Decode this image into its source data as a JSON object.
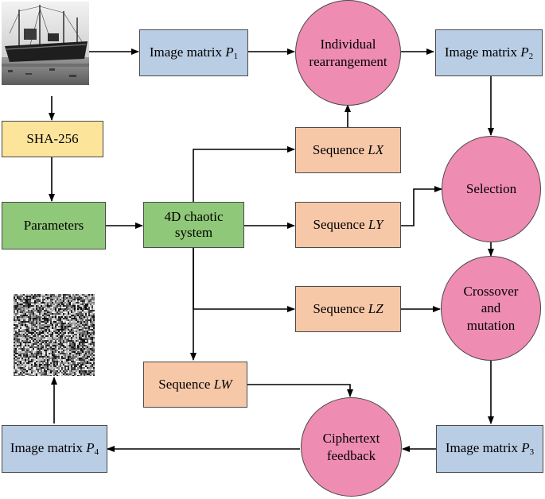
{
  "nodes": {
    "image_p1": {
      "prefix": "Image matrix ",
      "var": "P",
      "sub": "1"
    },
    "image_p2": {
      "prefix": "Image matrix ",
      "var": "P",
      "sub": "2"
    },
    "image_p3": {
      "prefix": "Image matrix ",
      "var": "P",
      "sub": "3"
    },
    "image_p4": {
      "prefix": "Image matrix ",
      "var": "P",
      "sub": "4"
    },
    "sha": "SHA-256",
    "parameters": "Parameters",
    "chaotic_line1": "4D chaotic",
    "chaotic_line2": "system",
    "seq_lx": {
      "prefix": "Sequence ",
      "var": "LX"
    },
    "seq_ly": {
      "prefix": "Sequence ",
      "var": "LY"
    },
    "seq_lz": {
      "prefix": "Sequence ",
      "var": "LZ"
    },
    "seq_lw": {
      "prefix": "Sequence ",
      "var": "LW"
    },
    "individual_line1": "Individual",
    "individual_line2": "rearrangement",
    "selection": "Selection",
    "crossover_line1": "Crossover",
    "crossover_line2": "and",
    "crossover_line3": "mutation",
    "cipher_line1": "Ciphertext",
    "cipher_line2": "feedback"
  },
  "colors": {
    "image_box": "#b9cde5",
    "hash_box": "#fde49b",
    "param_box": "#8fc879",
    "sequence_box": "#f7c8a8",
    "operation_circle": "#ef8cb2"
  },
  "images": {
    "plain": "ship-photo",
    "cipher": "noise-image"
  }
}
